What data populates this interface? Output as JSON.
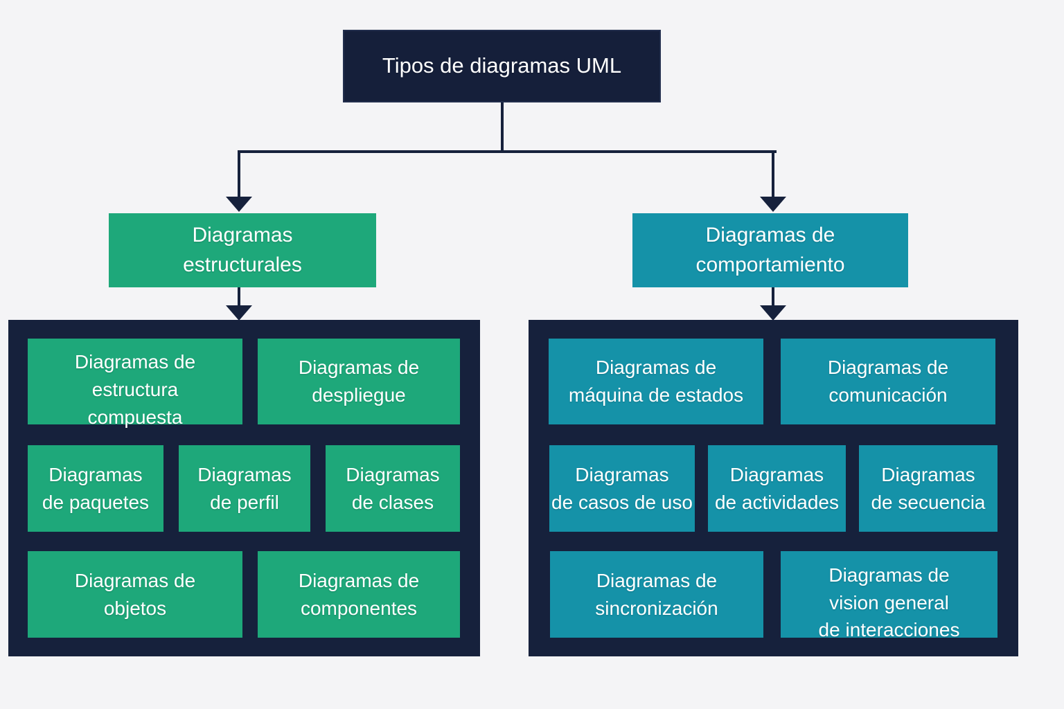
{
  "colors": {
    "background": "#f4f4f6",
    "navy": "#16213c",
    "green": "#1ea87a",
    "teal": "#1592a8",
    "text": "#ffffff"
  },
  "root": {
    "label": "Tipos de diagramas UML"
  },
  "left": {
    "header": "Diagramas\nestructurales",
    "boxes": [
      "Diagramas de\nestructura\ncompuesta",
      "Diagramas de\ndespliegue",
      "Diagramas\nde paquetes",
      "Diagramas\nde perfil",
      "Diagramas\nde clases",
      "Diagramas de\nobjetos",
      "Diagramas de\ncomponentes"
    ]
  },
  "right": {
    "header": "Diagramas de\ncomportamiento",
    "boxes": [
      "Diagramas de\nmáquina de estados",
      "Diagramas de\ncomunicación",
      "Diagramas\nde casos de uso",
      "Diagramas\nde actividades",
      "Diagramas\nde secuencia",
      "Diagramas de\nsincronización",
      "Diagramas de\nvision general\nde interacciones"
    ]
  }
}
